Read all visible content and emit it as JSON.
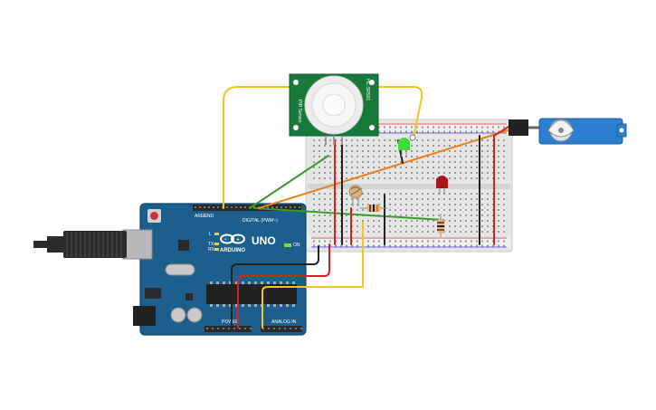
{
  "arduino": {
    "brand": "ARDUINO",
    "model": "UNO",
    "digital_label": "DIGITAL (PWM~)",
    "power_label": "POWER",
    "analog_label": "ANALOG IN",
    "on_label": "ON",
    "tx_label": "TX",
    "rx_label": "RX",
    "l_label": "L",
    "aref_label": "AREF",
    "gnd_label": "GND"
  },
  "pir_sensor": {
    "label_left": "PIR Sensor",
    "label_right": "HC-SR501"
  },
  "colors": {
    "board": "#1d5f8c",
    "breadboard": "#e9e9e9",
    "wire_yellow": "#f2c618",
    "wire_green": "#3a9d2b",
    "wire_orange": "#f07f1a",
    "wire_red": "#d4221f",
    "wire_black": "#222222",
    "pir_board": "#177a3a",
    "servo": "#2d7fd0",
    "led_green": "#3fdc3a",
    "led_red": "#a81818"
  }
}
